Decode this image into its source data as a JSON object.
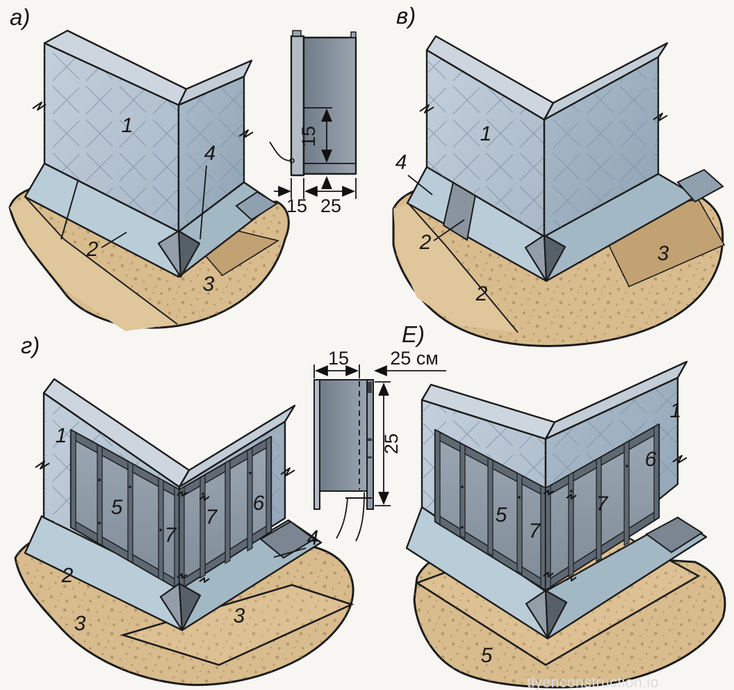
{
  "figure_title": "Foundation corner protection diagram",
  "colors": {
    "background": "#f7f6f3",
    "wall_left": "#b6c4d2",
    "wall_right": "#9cafc0",
    "cap": "#cdd6df",
    "plinth_left": "#b9cdd9",
    "plinth_right": "#a3b8c5",
    "soil": "#d9bc8d",
    "soil_dark": "#c2a173",
    "soil_light": "#dfc69b",
    "formwork_panel": "#8e99a5",
    "formwork_frame": "#5e6974",
    "protector_dark": "#566068",
    "line": "#1b1b1b"
  },
  "panels": {
    "a": {
      "tag": "а)",
      "n1": "1",
      "n2": "2",
      "n3": "3",
      "n4": "4"
    },
    "v": {
      "tag": "в)",
      "n1": "1",
      "n4": "4",
      "n2_patch": "2",
      "n2_soil": "2",
      "n3": "3"
    },
    "g": {
      "tag": "г)",
      "n1": "1",
      "n5": "5",
      "n7_left": "7",
      "n7_right": "7",
      "n6": "6",
      "n4": "4",
      "n2": "2",
      "n3_soil": "3",
      "n3_blind": "3"
    },
    "e": {
      "tag": "Е)",
      "n1": "1",
      "n6": "6",
      "n5": "5",
      "n7_corner": "7",
      "n7_right": "7",
      "n5_soil": "5"
    }
  },
  "profile_small": {
    "dim_inner": "15",
    "dim_flange": "15",
    "dim_web": "25"
  },
  "profile_large": {
    "dim_top": "15",
    "dim_offset": "25 см",
    "dim_height": "25"
  },
  "watermark": "tlyenconstruction.io"
}
